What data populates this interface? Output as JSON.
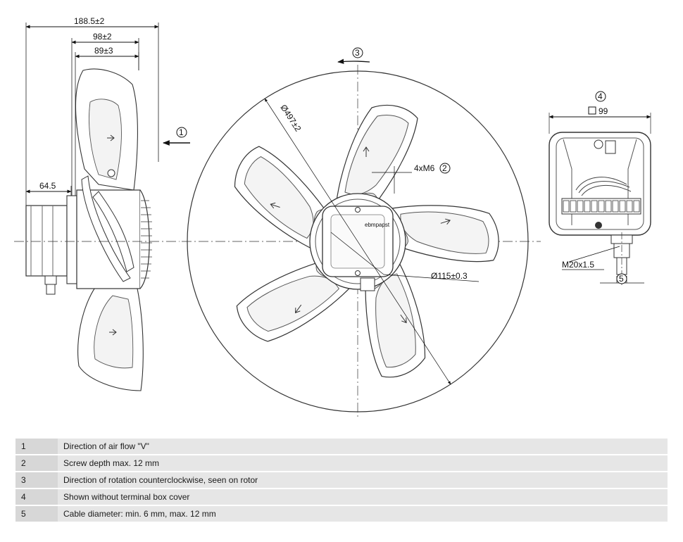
{
  "dimensions": {
    "overall_depth": "188.5±2",
    "hub_depth": "98±2",
    "blade_depth": "89±3",
    "motor_offset": "64.5",
    "outer_diameter": "Ø497±2",
    "hub_diameter": "Ø115±0.3",
    "mounting_thread": "4xM6",
    "box_size": "99",
    "cable_gland": "M20x1.5"
  },
  "callouts": [
    "1",
    "2",
    "3",
    "4",
    "5"
  ],
  "hub_label": "ebmpapst",
  "icons": [
    "airflow-arrow-icon",
    "rotation-arrow-icon",
    "square-symbol-icon"
  ],
  "legend": [
    {
      "num": "1",
      "text": "Direction of air flow \"V\""
    },
    {
      "num": "2",
      "text": "Screw depth max. 12 mm"
    },
    {
      "num": "3",
      "text": "Direction of rotation counterclockwise, seen on rotor"
    },
    {
      "num": "4",
      "text": "Shown without terminal box cover"
    },
    {
      "num": "5",
      "text": "Cable diameter: min. 6 mm, max. 12 mm"
    }
  ]
}
